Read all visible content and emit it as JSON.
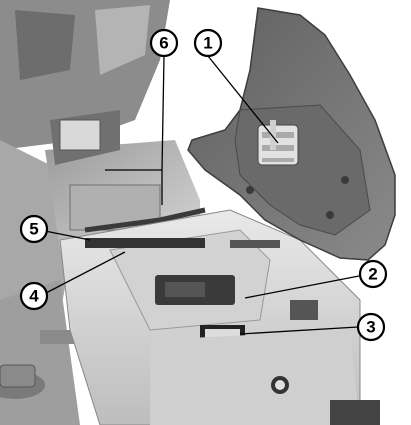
{
  "figure": {
    "callouts": [
      {
        "label": "1"
      },
      {
        "label": "2"
      },
      {
        "label": "3"
      },
      {
        "label": "4"
      },
      {
        "label": "5"
      },
      {
        "label": "6"
      }
    ]
  }
}
